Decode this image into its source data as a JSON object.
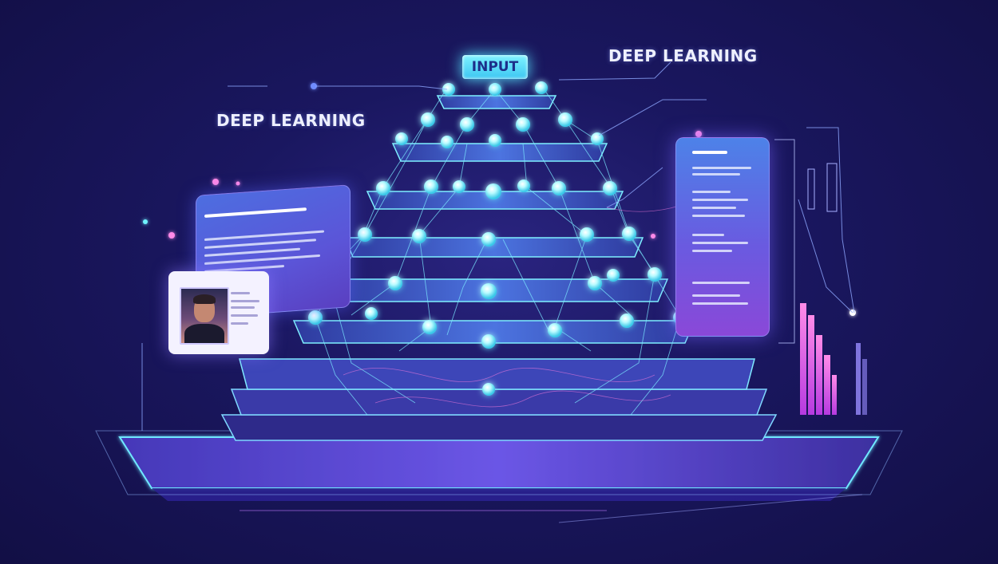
{
  "headlines": {
    "left": "DEEP LEARNING",
    "top_right": "DEEP LEARNING"
  },
  "input_label": "INPUT",
  "colors": {
    "background": "#1a1760",
    "node_glow": "#8ff4ff",
    "layer_top": "#3a56c8",
    "edge": "#7be9ff",
    "accent_pink": "#ff6ad5",
    "accent_purple": "#7b4fe0"
  },
  "icons": {
    "avatar": "person-photo",
    "nodes": "glowing-sphere"
  }
}
